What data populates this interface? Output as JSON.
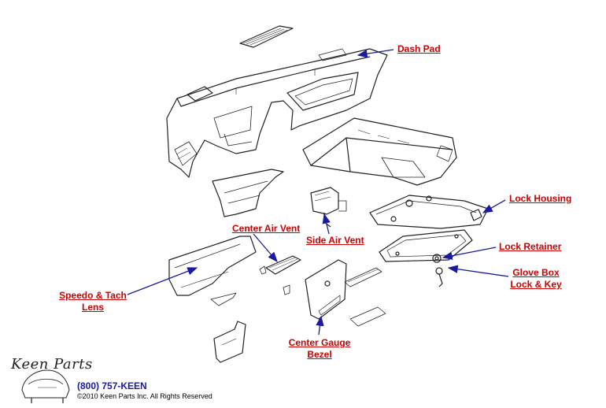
{
  "labels": {
    "dash_pad": "Dash Pad",
    "lock_housing": "Lock Housing",
    "center_air_vent": "Center Air Vent",
    "side_air_vent": "Side Air Vent",
    "lock_retainer": "Lock Retainer",
    "glove_box_lock_line1": "Glove Box",
    "glove_box_lock_line2": "Lock & Key",
    "speedo_line1": "Speedo & Tach",
    "speedo_line2": "Lens",
    "center_gauge_line1": "Center Gauge",
    "center_gauge_line2": "Bezel"
  },
  "footer": {
    "logo_text": "Keen Parts",
    "phone": "(800) 757-KEEN",
    "copyright": "©2010 Keen Parts Inc. All Rights Reserved"
  },
  "colors": {
    "label": "#cc0000",
    "arrow": "#1a1aa0",
    "line_art": "#222222"
  }
}
